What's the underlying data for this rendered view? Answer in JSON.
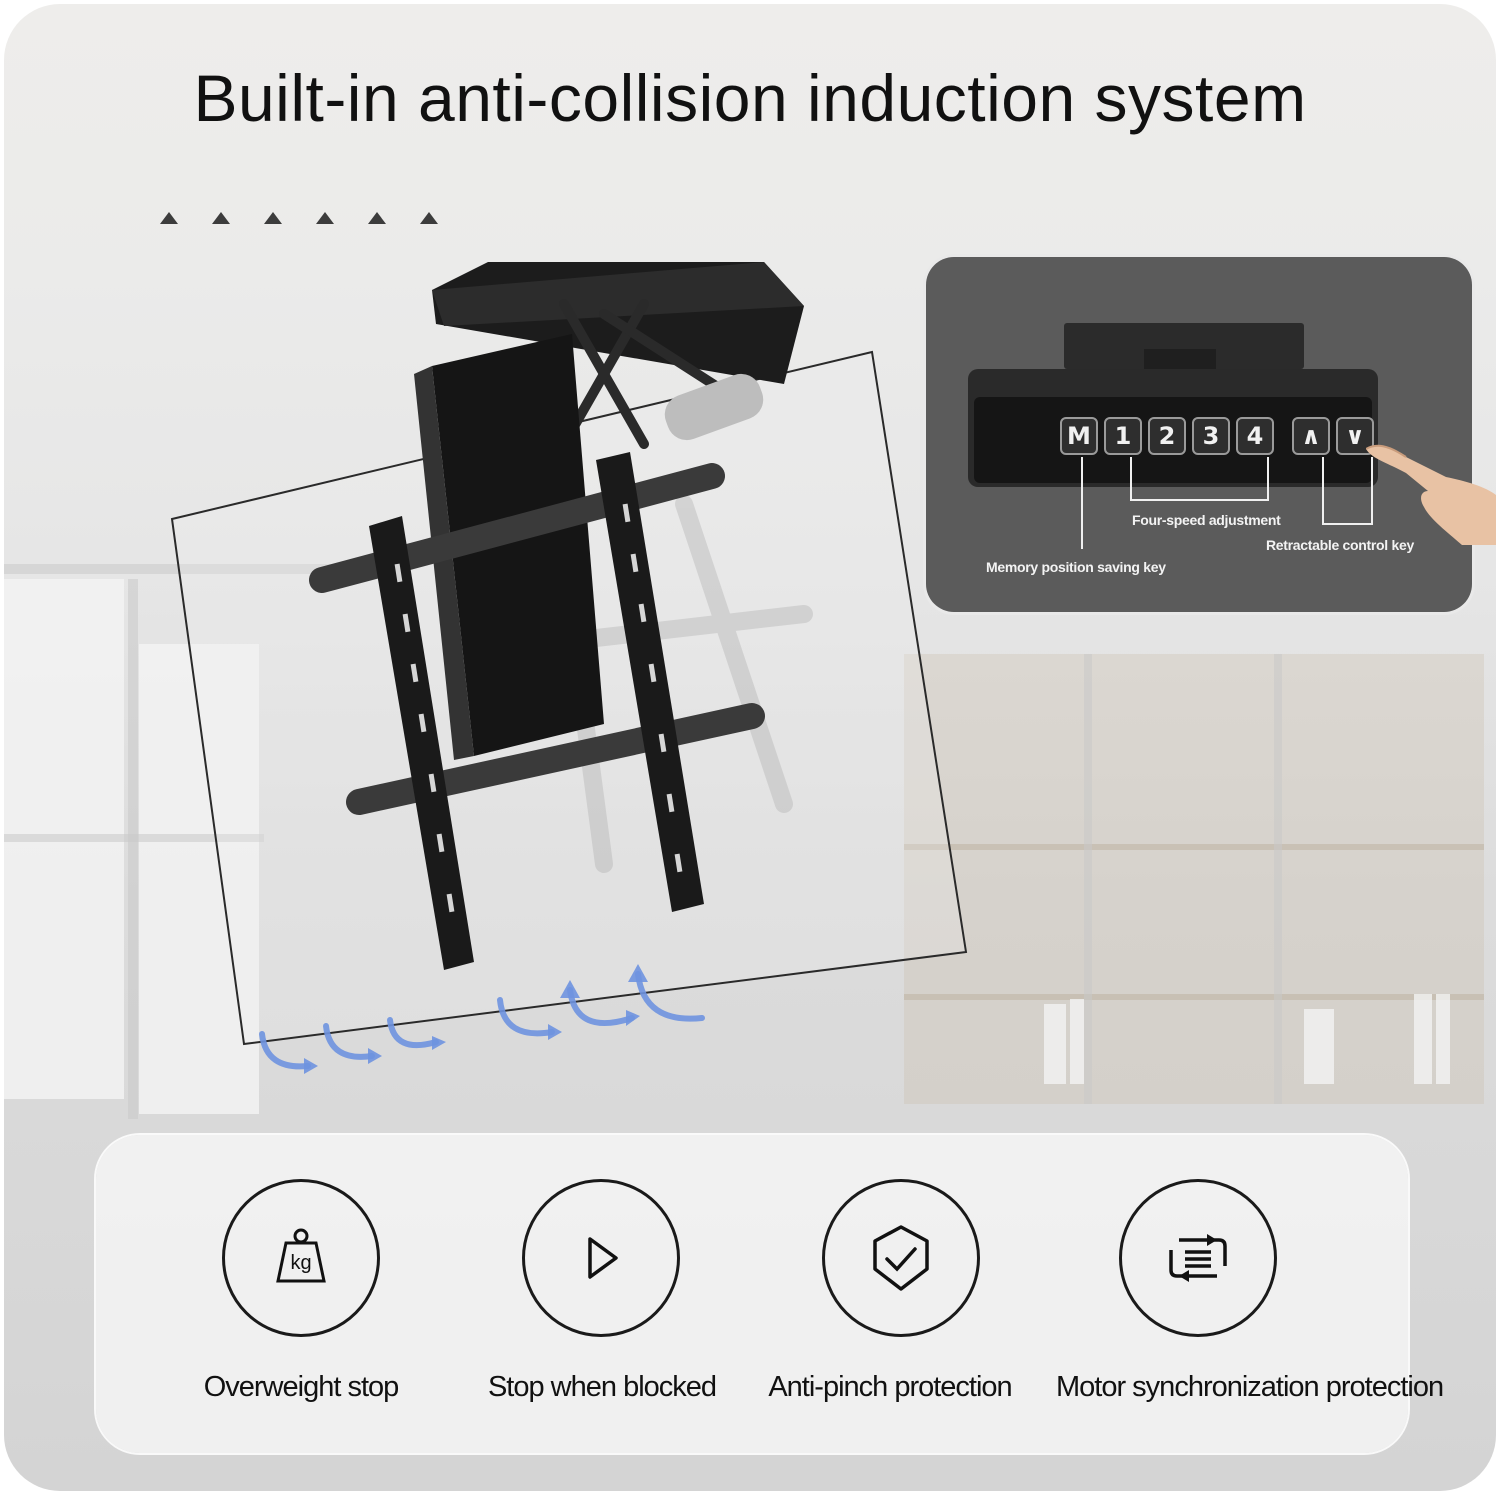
{
  "title": "Built-in anti-collision induction system",
  "decor": {
    "triangle_count": 6
  },
  "control_panel": {
    "keys": [
      {
        "label": "M",
        "name": "memory"
      },
      {
        "label": "1",
        "name": "speed-1"
      },
      {
        "label": "2",
        "name": "speed-2"
      },
      {
        "label": "3",
        "name": "speed-3"
      },
      {
        "label": "4",
        "name": "speed-4"
      },
      {
        "label": "∧",
        "name": "up"
      },
      {
        "label": "∨",
        "name": "down"
      }
    ],
    "callouts": {
      "four_speed": "Four-speed adjustment",
      "retractable": "Retractable control key",
      "memory": "Memory position saving key"
    }
  },
  "features": [
    {
      "icon": "kg-weight-icon",
      "label": "Overweight stop"
    },
    {
      "icon": "play-triangle-icon",
      "label": "Stop when blocked"
    },
    {
      "icon": "shield-check-icon",
      "label": "Anti-pinch protection"
    },
    {
      "icon": "sync-arrows-icon",
      "label": "Motor synchronization protection"
    }
  ],
  "colors": {
    "panel_bg": "#5b5b5b",
    "motion_arrows": "#6f94e0",
    "text": "#111111"
  }
}
